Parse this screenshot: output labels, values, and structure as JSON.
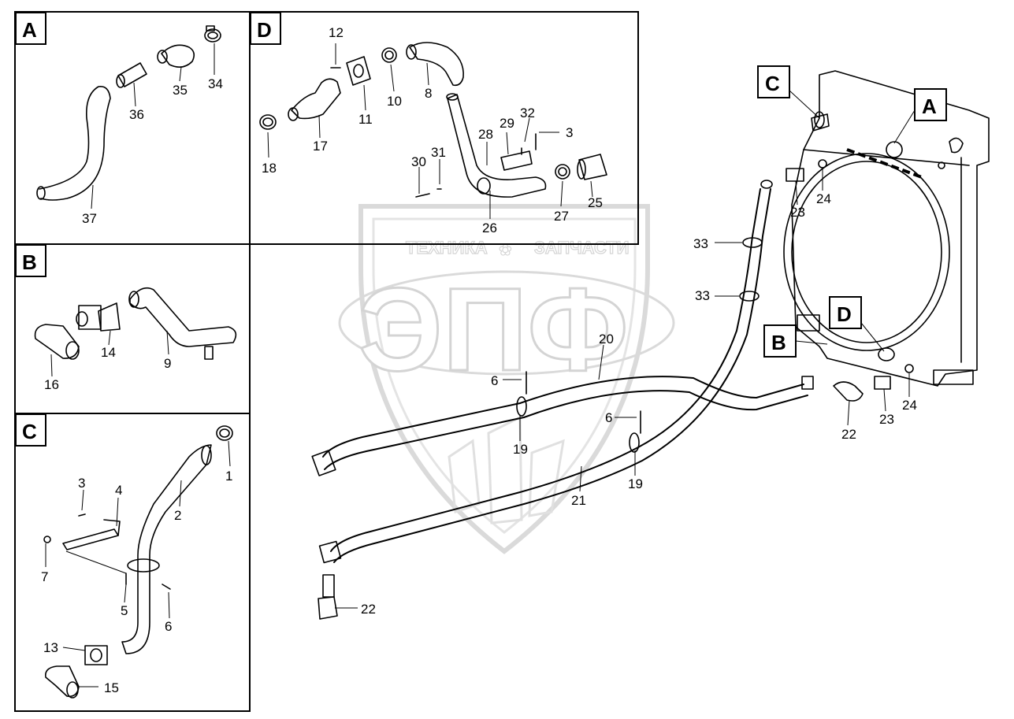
{
  "watermark": {
    "top_left": "ТЕХНИКА",
    "top_right": "ЗАПЧАСТИ",
    "center": "ЭПФ"
  },
  "panels": {
    "A": {
      "tag": "A",
      "parts": [
        "34",
        "35",
        "36",
        "37"
      ]
    },
    "B": {
      "tag": "B",
      "parts": [
        "14",
        "9",
        "16"
      ]
    },
    "C": {
      "tag": "C",
      "parts": [
        "1",
        "2",
        "3",
        "4",
        "7",
        "5",
        "6",
        "13",
        "15"
      ]
    },
    "D": {
      "tag": "D",
      "parts": [
        "12",
        "11",
        "10",
        "8",
        "18",
        "17",
        "32",
        "29",
        "3",
        "28",
        "31",
        "30",
        "26",
        "27",
        "25"
      ]
    }
  },
  "main": {
    "callouts": [
      "C",
      "A",
      "B",
      "D"
    ],
    "parts": [
      "23",
      "24",
      "33",
      "33",
      "20",
      "6",
      "6",
      "19",
      "19",
      "21",
      "22",
      "23",
      "24",
      "22"
    ]
  }
}
